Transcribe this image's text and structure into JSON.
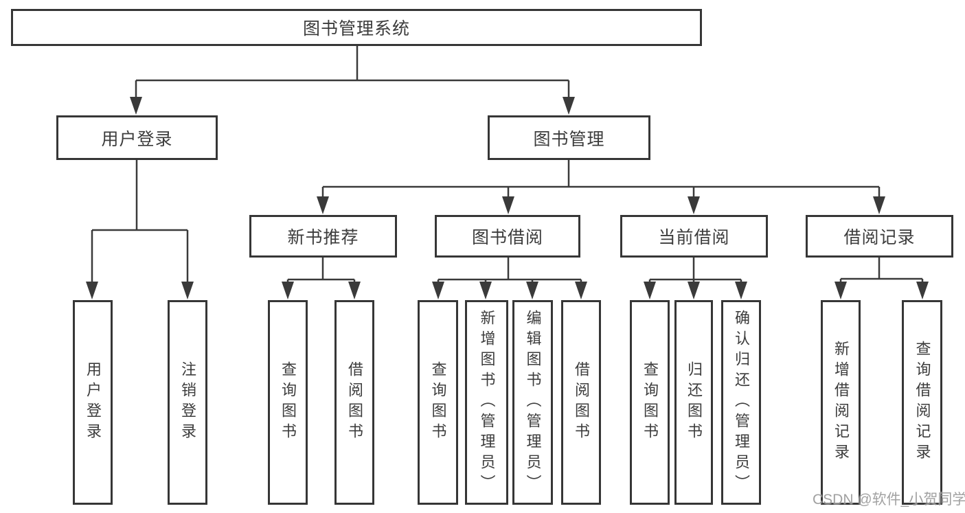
{
  "tree": {
    "label": "图书管理系统",
    "children": [
      {
        "label": "用户登录",
        "children": [
          {
            "label": "用户登录"
          },
          {
            "label": "注销登录"
          }
        ]
      },
      {
        "label": "图书管理",
        "children": [
          {
            "label": "新书推荐",
            "children": [
              {
                "label": "查询图书"
              },
              {
                "label": "借阅图书"
              }
            ]
          },
          {
            "label": "图书借阅",
            "children": [
              {
                "label": "查询图书"
              },
              {
                "label": "新增图书（管理员）"
              },
              {
                "label": "编辑图书（管理员）"
              },
              {
                "label": "借阅图书"
              }
            ]
          },
          {
            "label": "当前借阅",
            "children": [
              {
                "label": "查询图书"
              },
              {
                "label": "归还图书"
              },
              {
                "label": "确认归还（管理员）"
              }
            ]
          },
          {
            "label": "借阅记录",
            "children": [
              {
                "label": "新增借阅记录"
              },
              {
                "label": "查询借阅记录"
              }
            ]
          }
        ]
      }
    ]
  },
  "watermark": "CSDN @软件_小贺同学",
  "colors": {
    "line": "#3a3a3a",
    "border": "#363636",
    "text": "#3c3c3c",
    "background": "#ffffff"
  }
}
